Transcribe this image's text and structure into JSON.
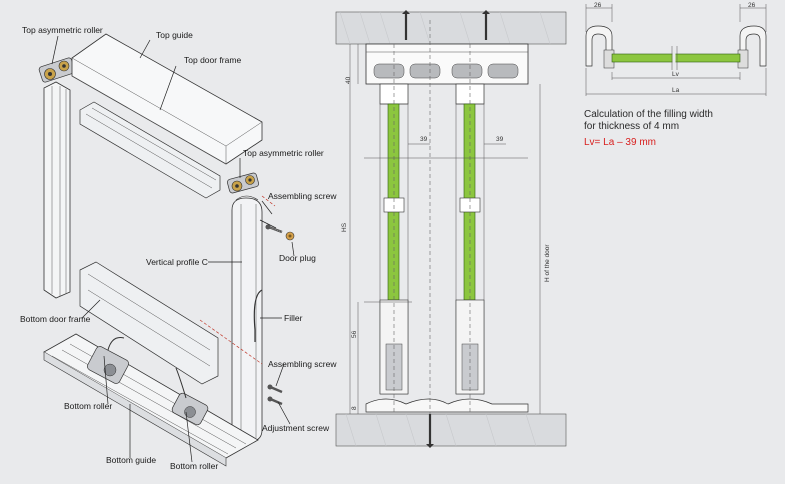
{
  "exploded_view": {
    "labels": {
      "top_asym_roller_1": "Top asymmetric roller",
      "top_guide": "Top guide",
      "top_door_frame": "Top door frame",
      "top_asym_roller_2": "Top asymmetric roller",
      "assembling_screw_1": "Assembling screw",
      "door_plug": "Door plug",
      "vertical_profile": "Vertical profile C",
      "filler": "Filler",
      "bottom_door_frame": "Bottom door frame",
      "assembling_screw_2": "Assembling screw",
      "adjustment_screw": "Adjustment screw",
      "bottom_roller_1": "Bottom roller",
      "bottom_guide": "Bottom guide",
      "bottom_roller_2": "Bottom roller"
    }
  },
  "section_view": {
    "dims": {
      "top_height": "40",
      "hs": "HS",
      "offset_1": "39",
      "offset_2": "39",
      "lower_height": "56",
      "bottom_height": "8",
      "door_height": "H of the door"
    }
  },
  "filling_detail": {
    "dims": {
      "left_edge": "26",
      "right_edge": "26",
      "lv": "Lv",
      "la": "La"
    },
    "calc_line_1": "Calculation of the filling width",
    "calc_line_2": "for thickness of 4 mm",
    "formula": "Lv= La – 39 mm",
    "colors": {
      "filling": "#8cc63f",
      "formula": "#d8201f"
    }
  }
}
